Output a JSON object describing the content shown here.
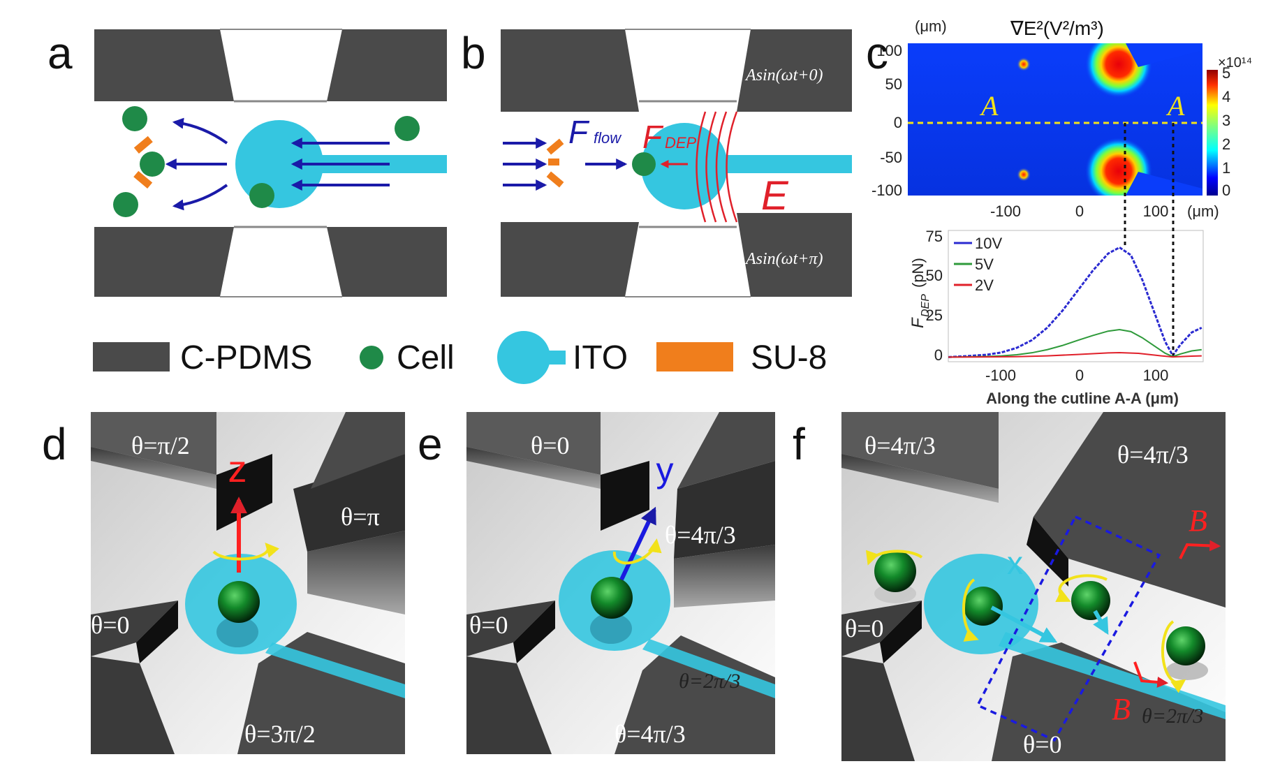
{
  "panels": {
    "a": {
      "label": "a"
    },
    "b": {
      "label": "b",
      "voltage_top": "Asin(ωt+0)",
      "voltage_bottom": "Asin(ωt+π)",
      "f_flow": "F",
      "f_flow_sub": "flow",
      "f_dep": "F",
      "f_dep_sub": "DEP",
      "field": "E"
    },
    "c": {
      "label": "c",
      "map_title": "∇E²(V²/m³)",
      "map_yunit": "(μm)",
      "map_xunit": "(μm)",
      "cutline_left": "A",
      "cutline_right": "A",
      "colorbar_exp": "×10¹⁴",
      "colorbar_ticks": [
        "5",
        "4",
        "3",
        "2",
        "1",
        "0"
      ],
      "map_yticks": [
        "100",
        "50",
        "0",
        "-50",
        "-100"
      ],
      "map_xticks": [
        "-100",
        "0",
        "100"
      ],
      "plot_yticks": [
        "75",
        "50",
        "25",
        "0"
      ],
      "plot_xticks": [
        "-100",
        "0",
        "100"
      ],
      "plot_ylabel": "F",
      "plot_ylabel_sub": "DEP",
      "plot_ylabel_unit": "(pN)",
      "plot_xlabel": "Along the cutline A-A (μm)"
    },
    "d": {
      "label": "d",
      "axis": "z",
      "thetas": [
        "θ=π/2",
        "θ=π",
        "θ=0",
        "θ=3π/2"
      ]
    },
    "e": {
      "label": "e",
      "axis": "y",
      "thetas": [
        "θ=0",
        "θ=4π/3",
        "θ=0",
        "θ=2π/3",
        "θ=4π/3"
      ]
    },
    "f": {
      "label": "f",
      "axis": "x",
      "thetas": [
        "θ=4π/3",
        "θ=4π/3",
        "θ=0",
        "θ=0",
        "θ=2π/3"
      ],
      "section_top": "B",
      "section_bottom": "B"
    }
  },
  "legend": {
    "cpdms": "C-PDMS",
    "cell": "Cell",
    "ito": "ITO",
    "su8": "SU-8"
  },
  "colors": {
    "electrode": "#4a4a4a",
    "cell": "#1f8a48",
    "ito": "#35c6e0",
    "su8": "#f07e1c",
    "flow_arrow": "#1a1aa8",
    "dep_arrow": "#e0202a"
  },
  "chart_data": {
    "type": "line",
    "xlabel": "Along the cutline A-A (μm)",
    "ylabel": "F_DEP (pN)",
    "xlim": [
      -170,
      165
    ],
    "ylim": [
      -3,
      82
    ],
    "legend_position": "top-left",
    "series": [
      {
        "name": "10V",
        "color": "#2a2ad0",
        "x": [
          -170,
          -150,
          -120,
          -100,
          -80,
          -60,
          -40,
          -20,
          0,
          20,
          40,
          55,
          70,
          85,
          100,
          115,
          125,
          135,
          150,
          163
        ],
        "y": [
          0,
          0.5,
          1.5,
          3,
          6,
          11,
          19,
          30,
          43,
          56,
          67,
          71,
          66,
          50,
          30,
          10,
          1,
          8,
          16,
          19
        ]
      },
      {
        "name": "5V",
        "color": "#2e9a3a",
        "x": [
          -170,
          -150,
          -120,
          -100,
          -80,
          -60,
          -40,
          -20,
          0,
          20,
          40,
          55,
          70,
          85,
          100,
          115,
          125,
          135,
          150,
          163
        ],
        "y": [
          0,
          0.1,
          0.4,
          0.8,
          1.5,
          2.8,
          4.8,
          7.5,
          10.8,
          14,
          16.8,
          17.8,
          16.5,
          12.5,
          7.5,
          2.5,
          0.3,
          2,
          4,
          4.8
        ]
      },
      {
        "name": "2V",
        "color": "#e0202a",
        "x": [
          -170,
          -120,
          -80,
          -40,
          0,
          40,
          55,
          80,
          110,
          125,
          150,
          163
        ],
        "y": [
          0,
          0.1,
          0.25,
          0.8,
          1.7,
          2.7,
          2.85,
          2.4,
          0.8,
          0.1,
          0.6,
          0.8
        ]
      }
    ]
  }
}
